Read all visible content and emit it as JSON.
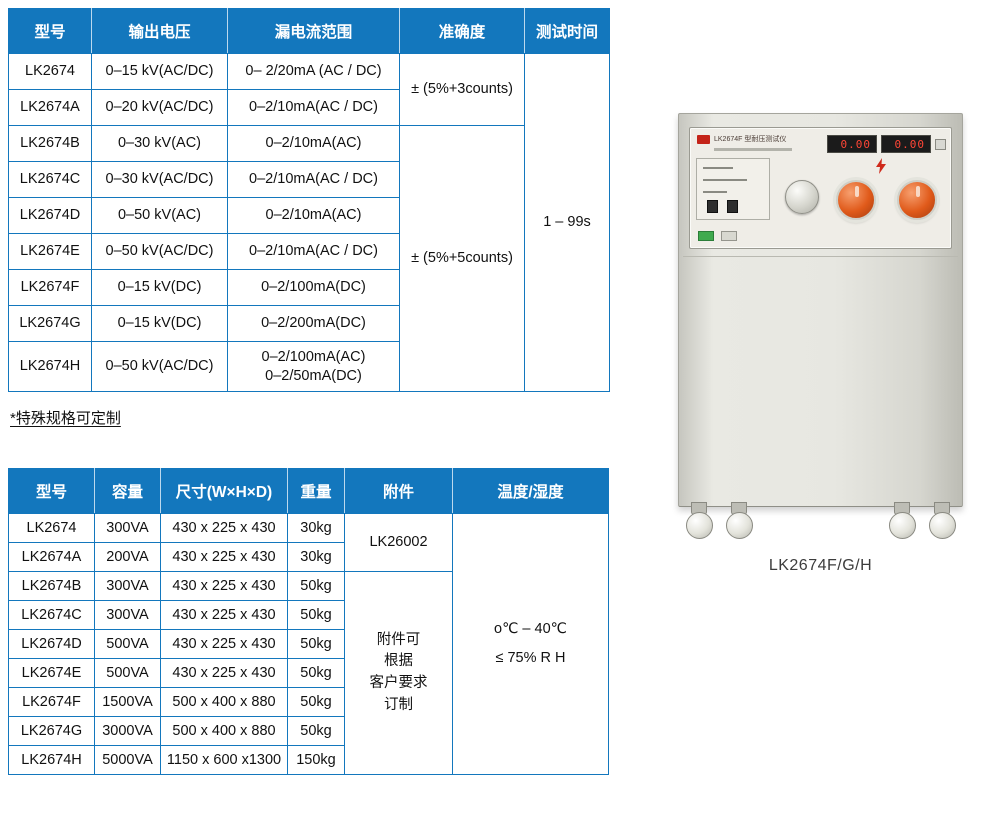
{
  "colors": {
    "header_blue": "#1377bd",
    "border_blue": "#1377bd",
    "led_red": "#ff4636",
    "knob_orange": "#e05a1a"
  },
  "table1": {
    "headers": [
      "型号",
      "输出电压",
      "漏电流范围",
      "准确度",
      "测试时间"
    ],
    "rows": [
      {
        "model": "LK2674",
        "voltage": "0–15 kV(AC/DC)",
        "current": "0– 2/20mA (AC / DC)"
      },
      {
        "model": "LK2674A",
        "voltage": "0–20 kV(AC/DC)",
        "current": "0–2/10mA(AC / DC)"
      },
      {
        "model": "LK2674B",
        "voltage": "0–30 kV(AC)",
        "current": "0–2/10mA(AC)"
      },
      {
        "model": "LK2674C",
        "voltage": "0–30 kV(AC/DC)",
        "current": "0–2/10mA(AC / DC)"
      },
      {
        "model": "LK2674D",
        "voltage": "0–50 kV(AC)",
        "current": "0–2/10mA(AC)"
      },
      {
        "model": "LK2674E",
        "voltage": "0–50 kV(AC/DC)",
        "current": "0–2/10mA(AC / DC)"
      },
      {
        "model": "LK2674F",
        "voltage": "0–15 kV(DC)",
        "current": "0–2/100mA(DC)"
      },
      {
        "model": "LK2674G",
        "voltage": "0–15 kV(DC)",
        "current": "0–2/200mA(DC)"
      },
      {
        "model": "LK2674H",
        "voltage": "0–50 kV(AC/DC)",
        "current_line1": "0–2/100mA(AC)",
        "current_line2": "0–2/50mA(DC)"
      }
    ],
    "accuracy_group1": "± (5%+3counts)",
    "accuracy_group2": "± (5%+5counts)",
    "test_time": "1 – 99s"
  },
  "footnote": "*特殊规格可定制",
  "table2": {
    "headers": [
      "型号",
      "容量",
      "尺寸(W×H×D)",
      "重量",
      "附件",
      "温度/湿度"
    ],
    "rows": [
      {
        "model": "LK2674",
        "capacity": "300VA",
        "size": "430 x 225 x 430",
        "weight": "30kg"
      },
      {
        "model": "LK2674A",
        "capacity": "200VA",
        "size": "430 x 225 x 430",
        "weight": "30kg"
      },
      {
        "model": "LK2674B",
        "capacity": "300VA",
        "size": "430 x 225 x 430",
        "weight": "50kg"
      },
      {
        "model": "LK2674C",
        "capacity": "300VA",
        "size": "430 x 225 x 430",
        "weight": "50kg"
      },
      {
        "model": "LK2674D",
        "capacity": "500VA",
        "size": "430 x 225 x 430",
        "weight": "50kg"
      },
      {
        "model": "LK2674E",
        "capacity": "500VA",
        "size": "430 x 225 x 430",
        "weight": "50kg"
      },
      {
        "model": "LK2674F",
        "capacity": "1500VA",
        "size": "500 x 400 x 880",
        "weight": "50kg"
      },
      {
        "model": "LK2674G",
        "capacity": "3000VA",
        "size": "500 x 400 x 880",
        "weight": "50kg"
      },
      {
        "model": "LK2674H",
        "capacity": "5000VA",
        "size": "1150 x 600 x1300",
        "weight": "150kg"
      }
    ],
    "accessory_group1": "LK26002",
    "accessory_group2_lines": [
      "附件可",
      "根据",
      "客户要求",
      "订制"
    ],
    "temperature_line1": "o℃ – 40℃",
    "temperature_line2": "≤ 75% R H"
  },
  "product": {
    "caption": "LK2674F/G/H",
    "panel_title": "LK2674F 型耐压测试仪",
    "display_left": "0.00",
    "display_right": "0.00"
  }
}
